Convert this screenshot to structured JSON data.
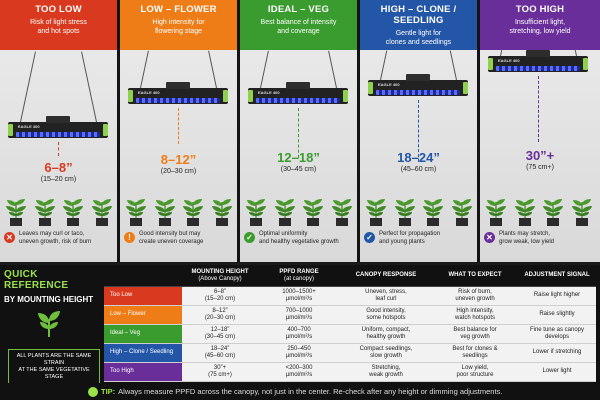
{
  "panels": [
    {
      "title": "TOO LOW",
      "desc1": "Risk of light stress",
      "desc2": "and hot spots",
      "color": "#d93a1f",
      "dist": "6–8”",
      "dist_sub": "(15–20 cm)",
      "note1": "Leaves may curl or taco,",
      "note2": "uneven growth, risk of burn",
      "note_icon": "close-icon",
      "note_glyph": "✕"
    },
    {
      "title": "LOW – FLOWER",
      "desc1": "High intensity for",
      "desc2": "flowering stage",
      "color": "#ef7d17",
      "dist": "8–12”",
      "dist_sub": "(20–30 cm)",
      "note1": "Good intensity but may",
      "note2": "create uneven coverage",
      "note_icon": "warning-icon",
      "note_glyph": "!"
    },
    {
      "title": "IDEAL – VEG",
      "desc1": "Best balance of intensity",
      "desc2": "and coverage",
      "color": "#3a9b2e",
      "dist": "12–18”",
      "dist_sub": "(30–45 cm)",
      "note1": "Optimal uniformity",
      "note2": "and healthy vegetative growth",
      "note_icon": "check-icon",
      "note_glyph": "✓"
    },
    {
      "title": "HIGH – CLONE / SEEDLING",
      "desc1": "Gentle light for",
      "desc2": "clones and seedlings",
      "color": "#2456a8",
      "dist": "18–24”",
      "dist_sub": "(45–60 cm)",
      "note1": "Perfect for propagation",
      "note2": "and young plants",
      "note_icon": "check-icon",
      "note_glyph": "✓"
    },
    {
      "title": "TOO HIGH",
      "desc1": "Insufficient light,",
      "desc2": "stretching, low yield",
      "color": "#6a2e9a",
      "dist": "30”+",
      "dist_sub": "(75 cm+)",
      "note1": "Plants may stretch,",
      "note2": "grow weak, low yield",
      "note_icon": "close-icon",
      "note_glyph": "✕"
    }
  ],
  "light_label": "EAGLE 400",
  "reference": {
    "title": "QUICK REFERENCE",
    "subtitle": "BY MOUNTING HEIGHT",
    "strain_note1": "ALL PLANTS ARE THE SAME STRAIN",
    "strain_note2": "AT THE SAME VEGETATIVE STAGE",
    "headers": [
      {
        "l1": "",
        "l2": ""
      },
      {
        "l1": "MOUNTING HEIGHT",
        "l2": "(Above Canopy)"
      },
      {
        "l1": "PPFD RANGE",
        "l2": "(at canopy)"
      },
      {
        "l1": "CANOPY RESPONSE",
        "l2": ""
      },
      {
        "l1": "WHAT TO EXPECT",
        "l2": ""
      },
      {
        "l1": "ADJUSTMENT SIGNAL",
        "l2": ""
      }
    ],
    "rows": [
      {
        "stage": "Too Low",
        "color": "#d93a1f",
        "h1": "6–8”",
        "h2": "(15–20 cm)",
        "p1": "1000–1500+",
        "p2": "µmol/m²/s",
        "c1": "Uneven, stress,",
        "c2": "leaf curl",
        "e1": "Risk of burn,",
        "e2": "uneven growth",
        "a1": "Raise light higher",
        "a2": ""
      },
      {
        "stage": "Low – Flower",
        "color": "#ef7d17",
        "h1": "8–12”",
        "h2": "(20–30 cm)",
        "p1": "700–1000",
        "p2": "µmol/m²/s",
        "c1": "Good intensity,",
        "c2": "some hotspots",
        "e1": "High intensity,",
        "e2": "watch hotspots",
        "a1": "Raise slightly",
        "a2": ""
      },
      {
        "stage": "Ideal – Veg",
        "color": "#3a9b2e",
        "h1": "12–18”",
        "h2": "(30–45 cm)",
        "p1": "400–700",
        "p2": "µmol/m²/s",
        "c1": "Uniform, compact,",
        "c2": "healthy growth",
        "e1": "Best balance for",
        "e2": "veg growth",
        "a1": "Fine tune as canopy",
        "a2": "develops"
      },
      {
        "stage": "High – Clone / Seedling",
        "color": "#2456a8",
        "h1": "18–24”",
        "h2": "(45–60 cm)",
        "p1": "250–450",
        "p2": "µmol/m²/s",
        "c1": "Compact seedlings,",
        "c2": "slow growth",
        "e1": "Best for clones &",
        "e2": "seedlings",
        "a1": "Lower if stretching",
        "a2": ""
      },
      {
        "stage": "Too High",
        "color": "#6a2e9a",
        "h1": "30”+",
        "h2": "(75 cm+)",
        "p1": "<200–300",
        "p2": "µmol/m²/s",
        "c1": "Stretching,",
        "c2": "weak growth",
        "e1": "Low yield,",
        "e2": "poor structure",
        "a1": "Lower light",
        "a2": ""
      }
    ]
  },
  "tip": {
    "label": "TIP:",
    "text": "Always measure PPFD across the canopy, not just in the center. Re-check after any height or dimming adjustments."
  }
}
